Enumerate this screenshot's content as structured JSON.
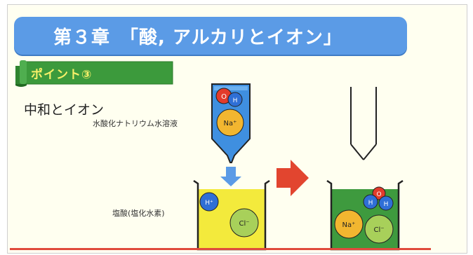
{
  "slide": {
    "title": "第３章　「酸, アルカリとイオン」",
    "point_label": "ポイント③",
    "subtitle": "中和とイオン",
    "label_naoh": "水酸化ナトリウム水溶液",
    "label_hcl": "塩酸(塩化水素)"
  },
  "ions": {
    "oh_o": "O",
    "oh_h": "H",
    "na": "Na⁺",
    "h_plus": "H⁺",
    "cl": "Cl⁻",
    "water_o": "O",
    "water_h1": "H",
    "water_h2": "H",
    "result_na": "Na⁺",
    "result_cl": "Cl⁻"
  },
  "colors": {
    "title_bg": "#5b9be6",
    "banner_green": "#3c9a3c",
    "naoh_blue": "#3f8fe0",
    "hcl_yellow": "#f3ea3c",
    "result_green": "#3e9a3e",
    "arrow_red": "#e2452f",
    "arrow_blue": "#5b9be6",
    "ion_red": "#e23b2b",
    "ion_blue": "#2f6fd6",
    "ion_orange": "#f2b630",
    "ion_lightgreen": "#a8d05a"
  }
}
